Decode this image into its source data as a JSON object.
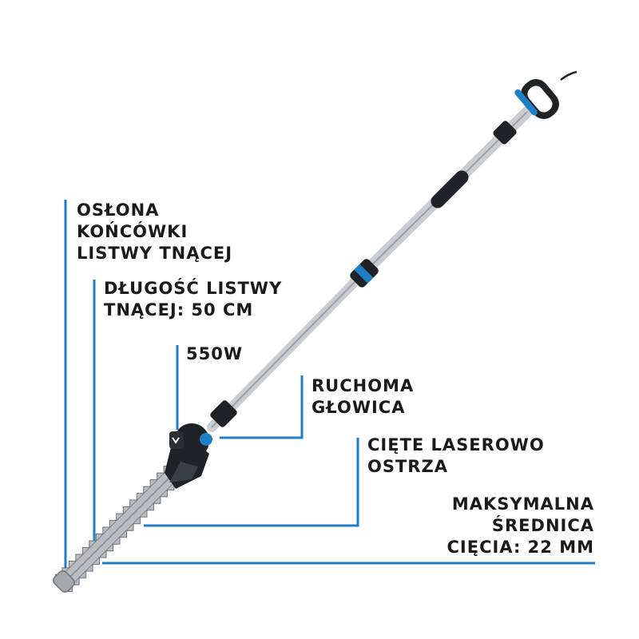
{
  "colors": {
    "accent": "#1e7fc4",
    "body": "#1f2328",
    "pole": "#c9ccd0",
    "blade": "#b9bcc0"
  },
  "callouts": [
    {
      "id": "tip-guard",
      "lines": [
        "OSŁONA",
        "KOŃCÓWKI",
        "LISTWY TNĄCEJ"
      ]
    },
    {
      "id": "blade-length",
      "lines": [
        "DŁUGOŚĆ LISTWY",
        "TNĄCEJ: 50 CM"
      ]
    },
    {
      "id": "power",
      "lines": [
        "550W"
      ]
    },
    {
      "id": "movable-head",
      "lines": [
        "RUCHOMA",
        "GŁOWICA"
      ]
    },
    {
      "id": "laser-cut",
      "lines": [
        "CIĘTE LASEROWO",
        "OSTRZA"
      ]
    },
    {
      "id": "max-diameter",
      "lines": [
        "MAKSYMALNA",
        "ŚREDNICA",
        "CIĘCIA: 22 MM"
      ]
    }
  ]
}
